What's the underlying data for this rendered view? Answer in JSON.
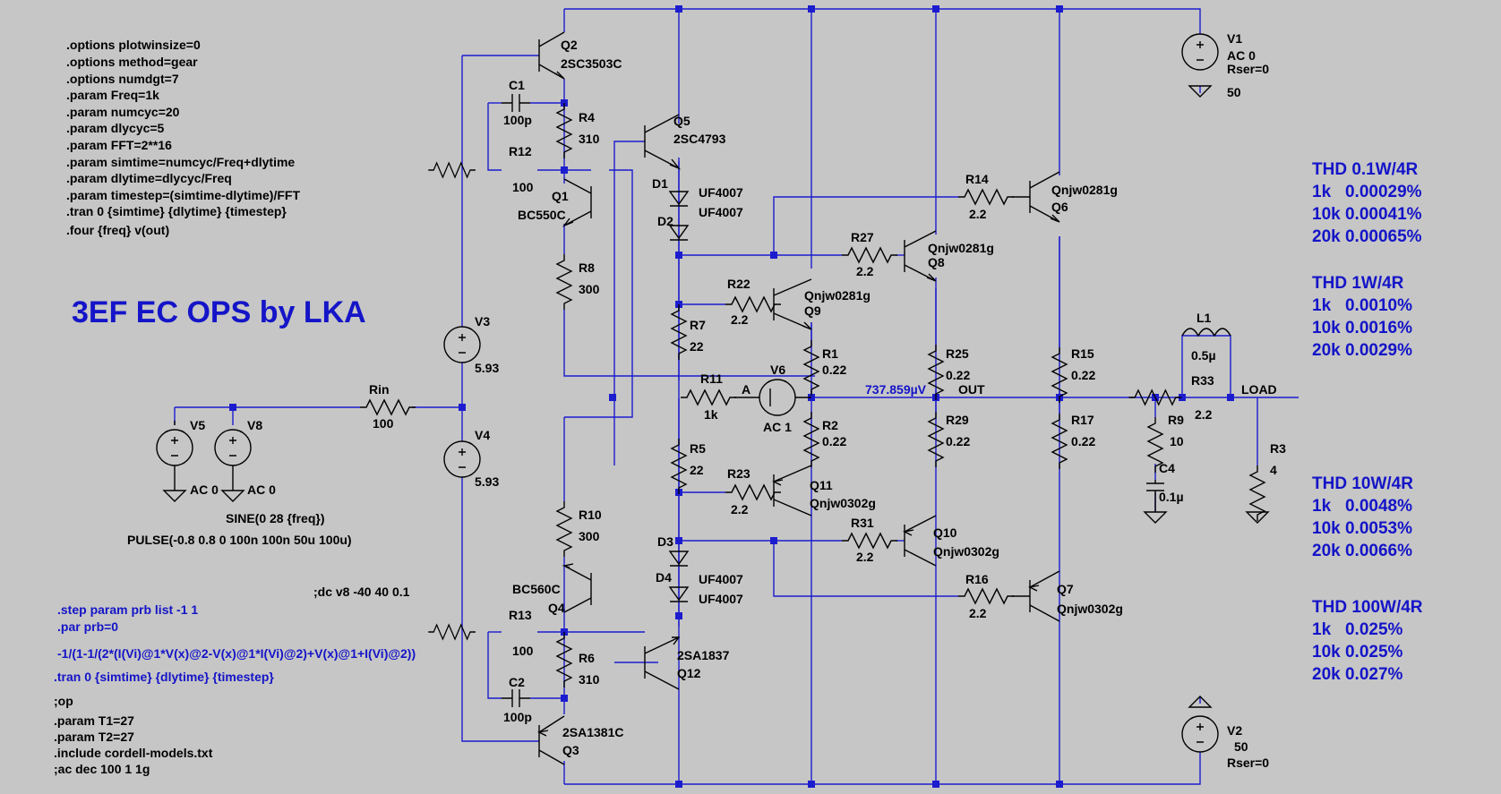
{
  "directives": [
    ".options plotwinsize=0",
    ".options method=gear",
    ".options numdgt=7",
    ".param Freq=1k",
    ".param numcyc=20",
    ".param dlycyc=5",
    ".param FFT=2**16",
    ".param simtime=numcyc/Freq+dlytime",
    ".param dlytime=dlycyc/Freq",
    ".param timestep=(simtime-dlytime)/FFT",
    ".tran 0 {simtime} {dlytime} {timestep}",
    ".four {freq} v(out)"
  ],
  "title": "3EF EC OPS by LKA",
  "lower_directives": {
    "dc": ";dc v8 -40 40 0.1",
    "step": ".step param prb list -1 1",
    "par": ".par prb=0",
    "formula": "-1/(1-1/(2*(I(Vi)@1*V(x)@2-V(x)@1*I(Vi)@2)+V(x)@1+I(Vi)@2))",
    "tran": ".tran 0 {simtime} {dlytime} {timestep}",
    "op": ";op",
    "t1": ".param T1=27",
    "t2": ".param T2=27",
    "include": ".include cordell-models.txt",
    "ac": ";ac dec 100 1 1g"
  },
  "sources": {
    "v5": {
      "name": "V5",
      "value": "AC 0"
    },
    "v8": {
      "name": "V8",
      "value": "AC 0"
    },
    "sine": "SINE(0 28 {freq})",
    "pulse": "PULSE(-0.8 0.8 0 100n 100n 50u 100u)",
    "v3": {
      "name": "V3",
      "value": "5.93"
    },
    "v4": {
      "name": "V4",
      "value": "5.93"
    },
    "v6": {
      "name": "V6",
      "value": "AC 1"
    },
    "v1": {
      "name": "V1",
      "value": "AC 0",
      "rser": "Rser=0",
      "dc": "50"
    },
    "v2": {
      "name": "V2",
      "value": "50",
      "rser": "Rser=0"
    }
  },
  "transistors": {
    "q1": {
      "name": "Q1",
      "model": "BC550C"
    },
    "q2": {
      "name": "Q2",
      "model": "2SC3503C"
    },
    "q3": {
      "name": "Q3",
      "model": "2SA1381C"
    },
    "q4": {
      "name": "Q4",
      "model": "BC560C"
    },
    "q5": {
      "name": "Q5",
      "model": "2SC4793"
    },
    "q6": {
      "name": "Q6",
      "model": "Qnjw0281g"
    },
    "q7": {
      "name": "Q7",
      "model": "Qnjw0302g"
    },
    "q8": {
      "name": "Q8",
      "model": "Qnjw0281g"
    },
    "q9": {
      "name": "Q9",
      "model": "Qnjw0281g"
    },
    "q10": {
      "name": "Q10",
      "model": "Qnjw0302g"
    },
    "q11": {
      "name": "Q11",
      "model": "Qnjw0302g"
    },
    "q12": {
      "name": "Q12",
      "model": "2SA1837"
    }
  },
  "resistors": {
    "rin": {
      "name": "Rin",
      "value": "100"
    },
    "r1": {
      "name": "R1",
      "value": "0.22"
    },
    "r2": {
      "name": "R2",
      "value": "0.22"
    },
    "r3": {
      "name": "R3",
      "value": "4"
    },
    "r4": {
      "name": "R4",
      "value": "310"
    },
    "r5": {
      "name": "R5",
      "value": "22"
    },
    "r6": {
      "name": "R6",
      "value": "310"
    },
    "r7": {
      "name": "R7",
      "value": "22"
    },
    "r8": {
      "name": "R8",
      "value": "300"
    },
    "r9": {
      "name": "R9",
      "value": "10"
    },
    "r10": {
      "name": "R10",
      "value": "300"
    },
    "r11": {
      "name": "R11",
      "value": "1k"
    },
    "r12": {
      "name": "R12",
      "value": "100"
    },
    "r13": {
      "name": "R13",
      "value": "100"
    },
    "r14": {
      "name": "R14",
      "value": "2.2"
    },
    "r15": {
      "name": "R15",
      "value": "0.22"
    },
    "r16": {
      "name": "R16",
      "value": "2.2"
    },
    "r17": {
      "name": "R17",
      "value": "0.22"
    },
    "r22": {
      "name": "R22",
      "value": "2.2"
    },
    "r23": {
      "name": "R23",
      "value": "2.2"
    },
    "r25": {
      "name": "R25",
      "value": "0.22"
    },
    "r27": {
      "name": "R27",
      "value": "2.2"
    },
    "r29": {
      "name": "R29",
      "value": "0.22"
    },
    "r31": {
      "name": "R31",
      "value": "2.2"
    },
    "r33": {
      "name": "R33",
      "value": "2.2"
    }
  },
  "capacitors": {
    "c1": {
      "name": "C1",
      "value": "100p"
    },
    "c2": {
      "name": "C2",
      "value": "100p"
    },
    "c4": {
      "name": "C4",
      "value": "0.1µ"
    }
  },
  "inductors": {
    "l1": {
      "name": "L1",
      "value": "0.5µ"
    }
  },
  "diodes": {
    "d1": {
      "name": "D1",
      "model": "UF4007"
    },
    "d2": {
      "name": "D2",
      "model": "UF4007"
    },
    "d3": {
      "name": "D3",
      "model": "UF4007"
    },
    "d4": {
      "name": "D4",
      "model": "UF4007"
    }
  },
  "nets": {
    "a": "A",
    "out": "OUT",
    "load": "LOAD",
    "out_voltage": "737.859µV"
  },
  "thd_tables": [
    {
      "title": "THD 0.1W/4R",
      "rows": [
        "1k   0.00029%",
        "10k 0.00041%",
        "20k 0.00065%"
      ]
    },
    {
      "title": "THD 1W/4R",
      "rows": [
        "1k   0.0010%",
        "10k 0.0016%",
        "20k 0.0029%"
      ]
    },
    {
      "title": "THD 10W/4R",
      "rows": [
        "1k   0.0048%",
        "10k 0.0053%",
        "20k 0.0066%"
      ]
    },
    {
      "title": "THD 100W/4R",
      "rows": [
        "1k   0.025%",
        "10k 0.025%",
        "20k 0.027%"
      ]
    }
  ],
  "colors": {
    "background": "#c6c6c6",
    "wire": "#1c1ccf",
    "component": "#000000",
    "accent_text": "#1414c8"
  }
}
